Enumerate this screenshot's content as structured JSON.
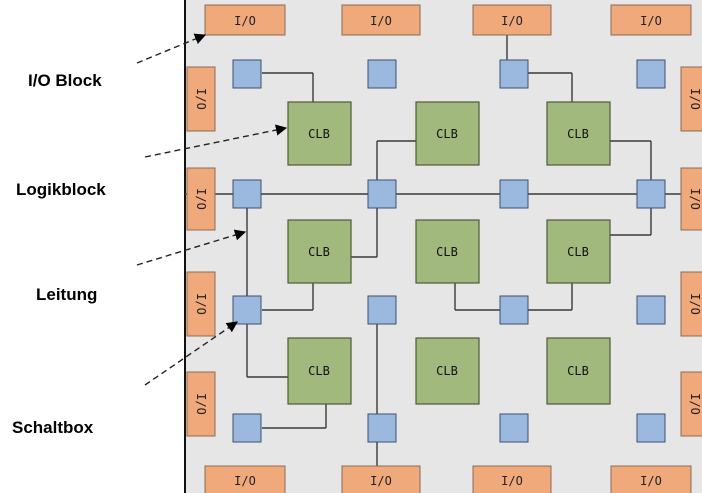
{
  "labels": {
    "io_block": "I/O Block",
    "logic_block": "Logikblock",
    "wire": "Leitung",
    "switch_box": "Schaltbox"
  },
  "io_text": "I/O",
  "clb_text": "CLB",
  "colors": {
    "background": "#e6e6e6",
    "io_block": "#f0a97b",
    "clb": "#a2b97d",
    "switch_box": "#9bb8df",
    "wire": "#3a3a3a"
  }
}
